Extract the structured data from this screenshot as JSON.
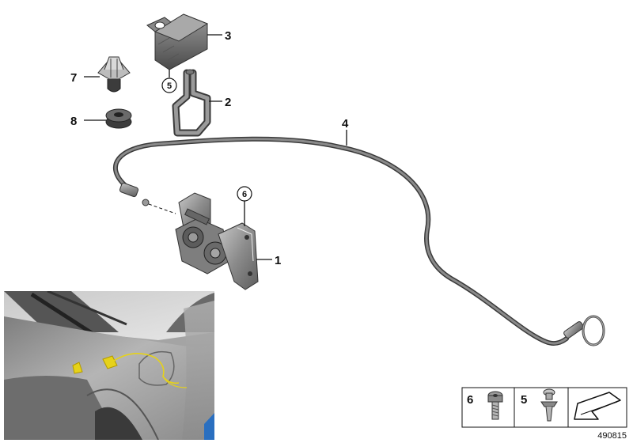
{
  "diagram": {
    "diagram_id": "490815",
    "callouts": {
      "hinge_assembly": "1",
      "hose_bracket": "2",
      "holder_block": "3",
      "bowden_cable": "4",
      "clip_ref_circled": "5",
      "screw_ref_circled": "6",
      "expanding_rivet": "7",
      "rubber_grommet": "8"
    },
    "legend": {
      "screw": "6",
      "clip": "5"
    }
  }
}
